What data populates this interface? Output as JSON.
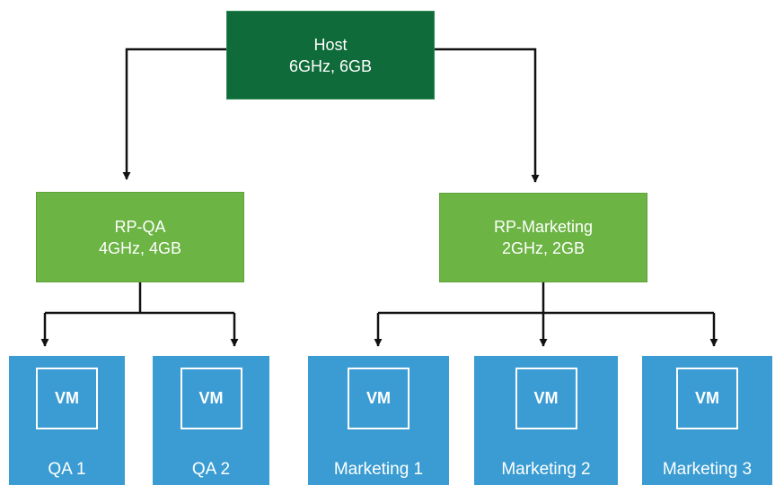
{
  "host": {
    "name": "Host",
    "capacity": "6GHz, 6GB"
  },
  "pools": [
    {
      "name": "RP-QA",
      "capacity": "4GHz, 4GB"
    },
    {
      "name": "RP-Marketing",
      "capacity": "2GHz, 2GB"
    }
  ],
  "vms": [
    {
      "chip": "VM",
      "name": "QA 1"
    },
    {
      "chip": "VM",
      "name": "QA 2"
    },
    {
      "chip": "VM",
      "name": "Marketing 1"
    },
    {
      "chip": "VM",
      "name": "Marketing 2"
    },
    {
      "chip": "VM",
      "name": "Marketing 3"
    }
  ],
  "colors": {
    "host": "#0f6b3a",
    "pool": "#6cb444",
    "vm": "#3a9cd2",
    "connector": "#111111"
  }
}
